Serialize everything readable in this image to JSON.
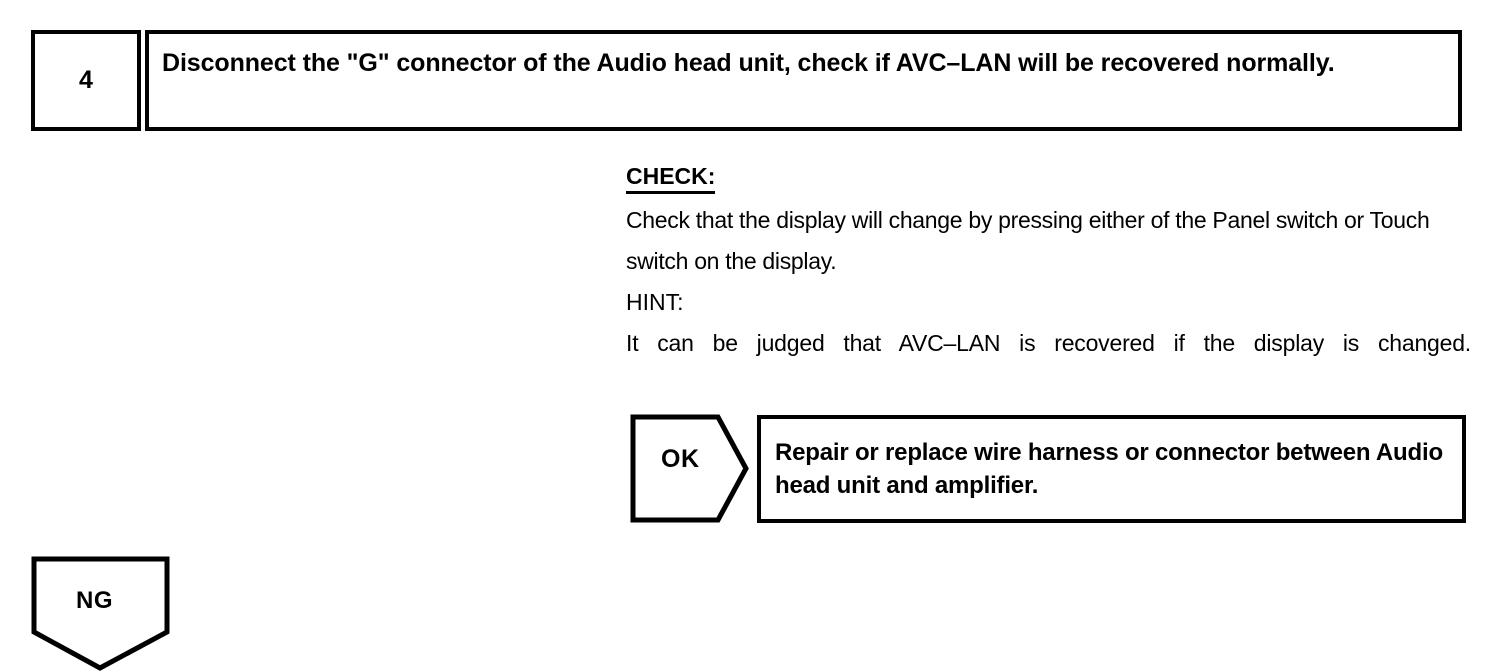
{
  "page": {
    "document_type": "troubleshooting-flowchart",
    "background_color": "#ffffff",
    "ink_color": "#000000"
  },
  "step": {
    "number": "4",
    "instruction": "Disconnect the \"G\" connector of the Audio head unit, check if AVC–LAN will be recovered normally."
  },
  "notes": {
    "check_heading": "CHECK:",
    "check_body": "Check that the display will change by pressing either of the Panel switch or Touch switch on the display.",
    "hint_heading": "HINT:",
    "hint_body": "It can be judged that AVC–LAN is recovered if the display is changed."
  },
  "ok_branch": {
    "label": "OK",
    "result": "Repair or replace wire harness or connector between Audio head unit and amplifier."
  },
  "ng_branch": {
    "label": "NG"
  }
}
